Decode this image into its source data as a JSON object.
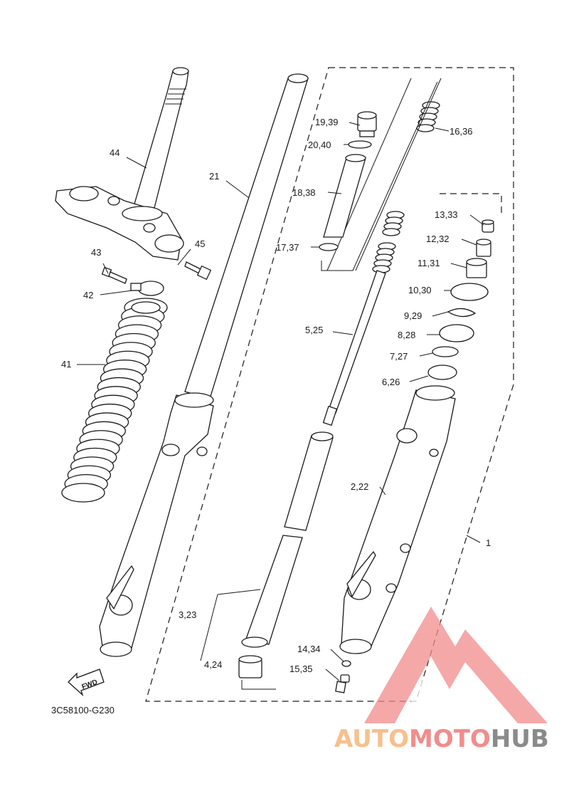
{
  "diagram_code": "3C58100-G230",
  "fwd_label": "FWD",
  "labels": {
    "l1": "1",
    "l2_22": "2,22",
    "l3_23": "3,23",
    "l4_24": "4,24",
    "l5_25": "5,25",
    "l6_26": "6,26",
    "l7_27": "7,27",
    "l8_28": "8,28",
    "l9_29": "9,29",
    "l10_30": "10,30",
    "l11_31": "11,31",
    "l12_32": "12,32",
    "l13_33": "13,33",
    "l14_34": "14,34",
    "l15_35": "15,35",
    "l16_36": "16,36",
    "l17_37": "17,37",
    "l18_38": "18,38",
    "l19_39": "19,39",
    "l20_40": "20,40",
    "l21": "21",
    "l41": "41",
    "l42": "42",
    "l43": "43",
    "l44": "44",
    "l45": "45"
  },
  "watermark": {
    "part1": "AUTO",
    "part2": "MOTO",
    "part3": "HUB"
  },
  "colors": {
    "watermark_triangle": "#f28c8c",
    "watermark_auto": "#f6c08e",
    "watermark_moto": "#f28c8c",
    "watermark_hub": "#8a8a8a",
    "line": "#1a1a1a"
  }
}
